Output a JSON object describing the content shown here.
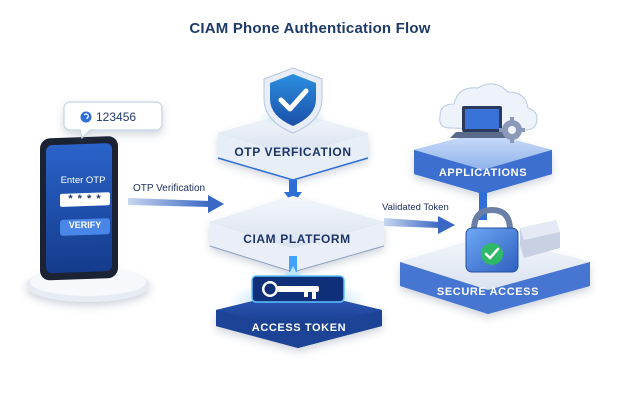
{
  "title": "CIAM Phone Authentication Flow",
  "phone": {
    "bubble_code": "123456",
    "prompt": "Enter OTP",
    "masked": "* * * *",
    "verify_label": "VERIFY"
  },
  "edges": {
    "otp_verification": "OTP Verification",
    "validated_token": "Validated Token"
  },
  "nodes": {
    "otp_verification": "OTP VERFICATION",
    "ciam_platform": "CIAM PLATFORM",
    "access_token": "ACCESS TOKEN",
    "applications": "APPLICATIONS",
    "secure_access": "SECURE ACCESS"
  },
  "colors": {
    "navy": "#1f3a68",
    "blue": "#2d6fd6",
    "accent": "#3fa2ff",
    "green": "#2fb866"
  }
}
